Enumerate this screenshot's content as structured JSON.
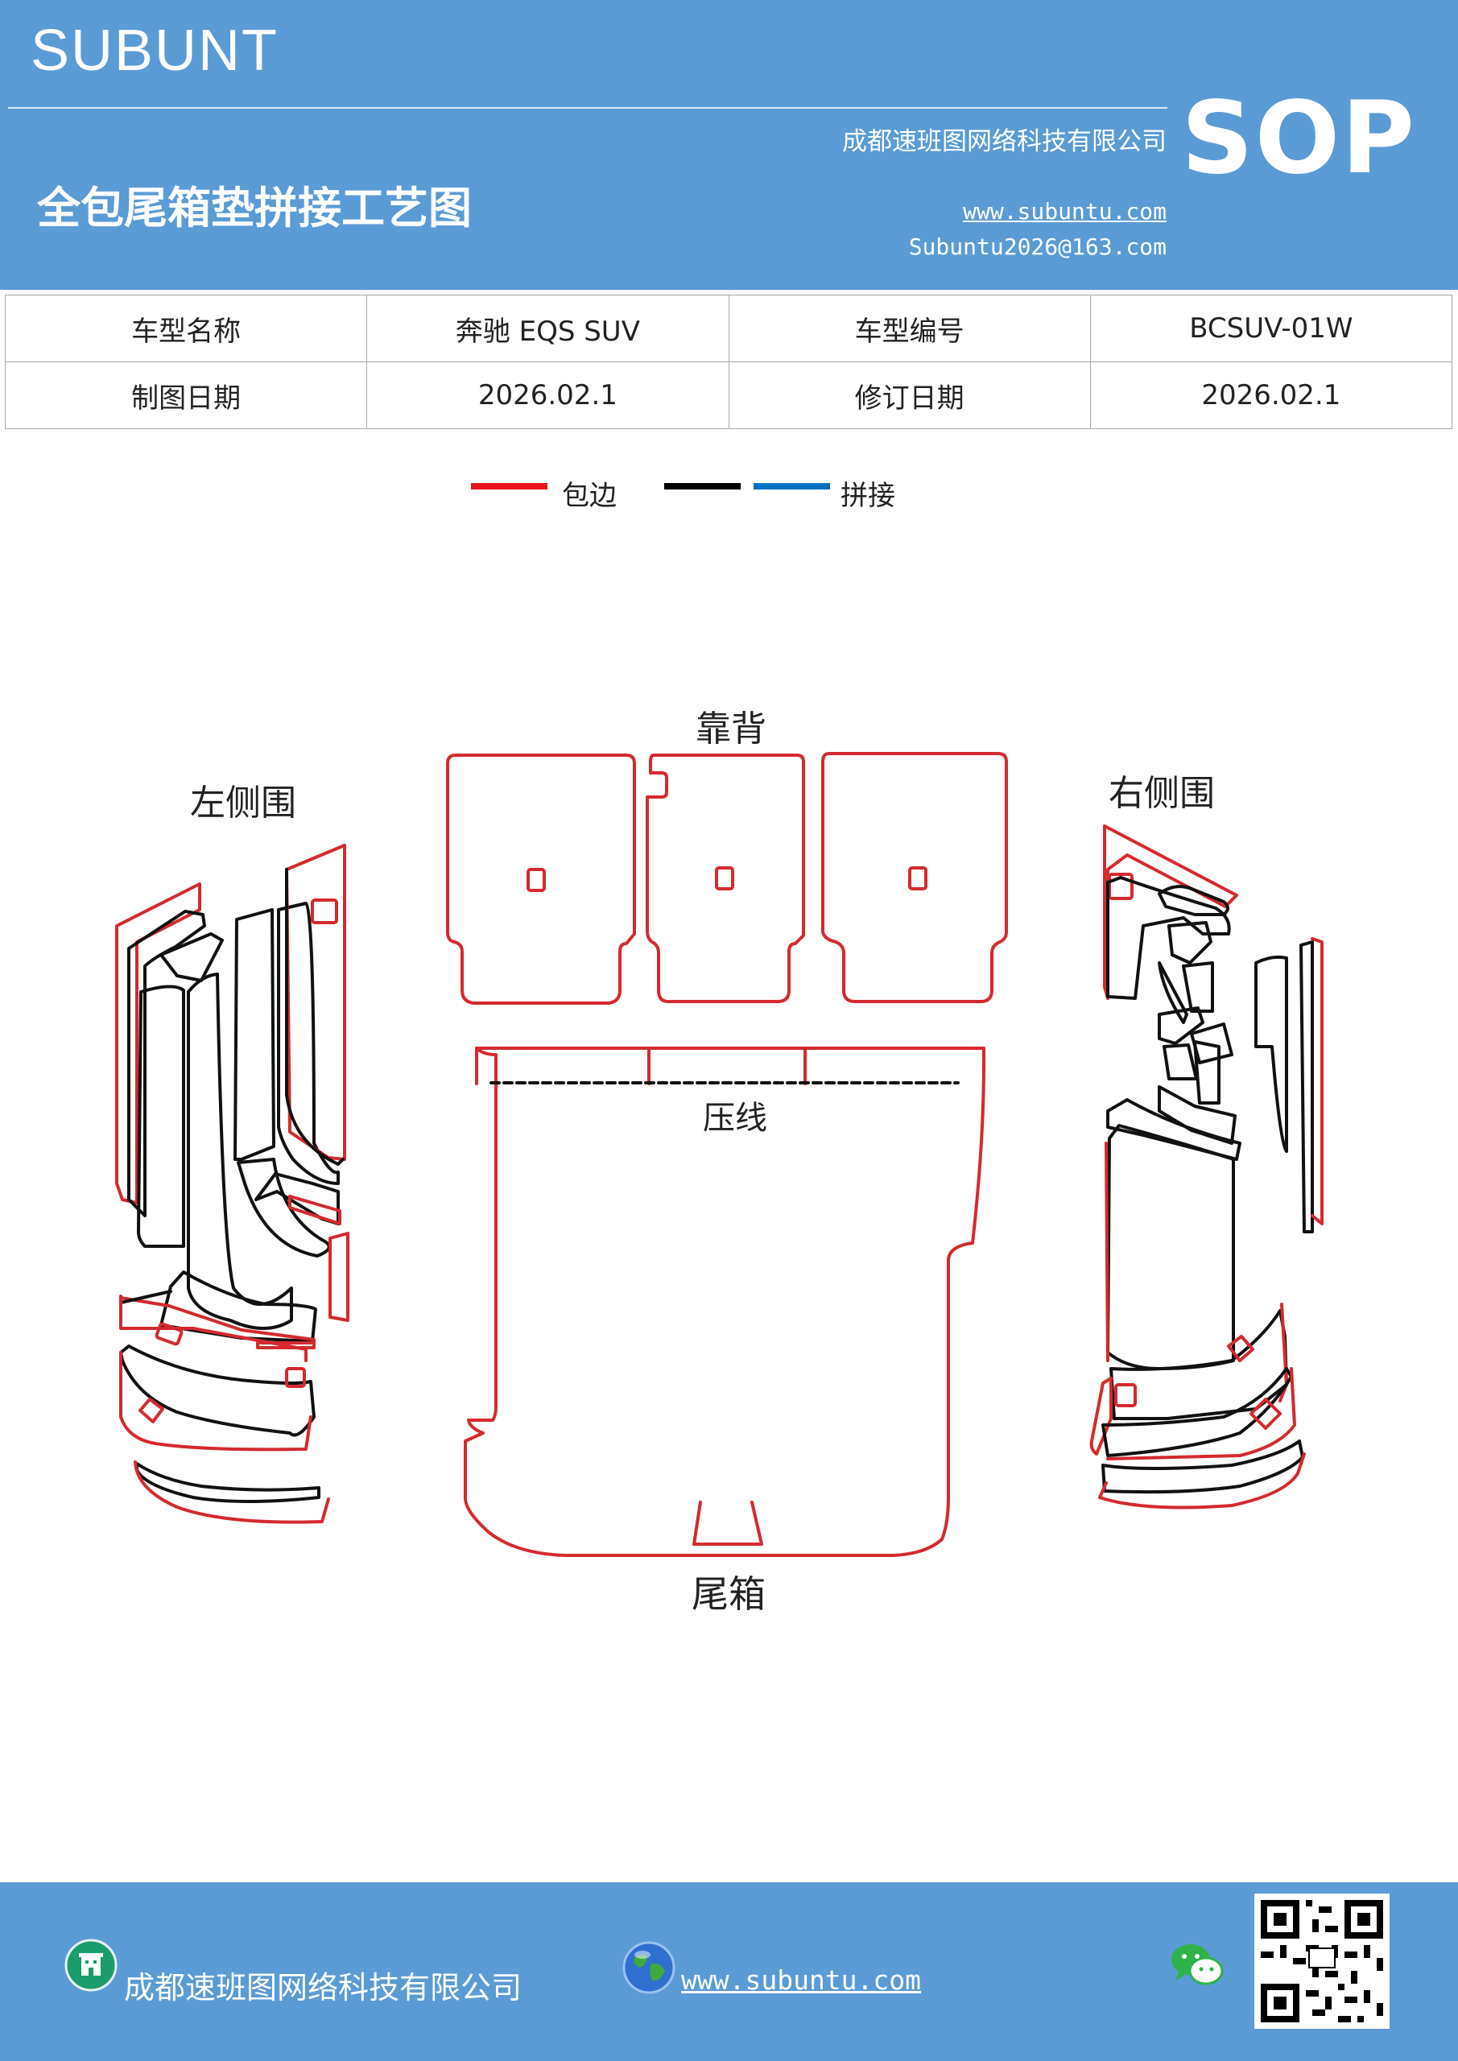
{
  "header": {
    "brand": "SUBUNT",
    "company": "成都速班图网络科技有限公司",
    "sop": "SOP",
    "title": "全包尾箱垫拼接工艺图",
    "website": "www.subuntu.com",
    "email": "Subuntu2026@163.com"
  },
  "info_table": {
    "rows": [
      [
        "车型名称",
        "奔驰 EQS  SUV",
        "车型编号",
        "BCSUV-01W"
      ],
      [
        "制图日期",
        "2026.02.1",
        "修订日期",
        "2026.02.1"
      ]
    ]
  },
  "legend": {
    "items": [
      {
        "label": "包边",
        "color": "#e8141c"
      },
      {
        "label": "",
        "color": "#000000"
      },
      {
        "label": "拼接",
        "color": "#0070c0"
      }
    ]
  },
  "diagram": {
    "labels": {
      "backrest": "靠背",
      "left_side": "左侧围",
      "right_side": "右侧围",
      "press_line": "压线",
      "trunk": "尾箱"
    },
    "colors": {
      "edge": "#d42a2f",
      "outline": "#111111"
    }
  },
  "footer": {
    "company": "成都速班图网络科技有限公司",
    "website": "www.subuntu.com",
    "building_icon": "building-icon",
    "globe_icon": "globe-icon",
    "wechat_icon": "wechat-icon",
    "qr": "qr-code"
  }
}
